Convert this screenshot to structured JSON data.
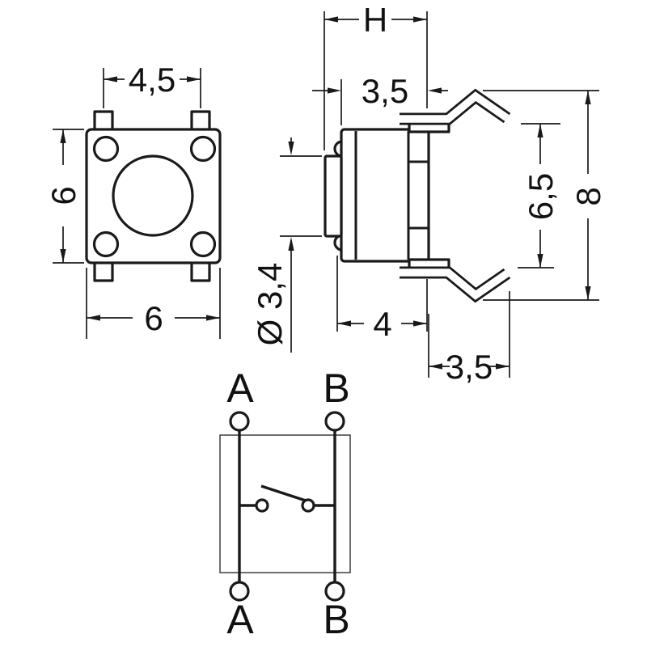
{
  "colors": {
    "line": "#1a1a1a",
    "background": "#ffffff"
  },
  "top_view": {
    "dim_pin_pitch": "4,5",
    "dim_body_height": "6",
    "dim_body_width": "6"
  },
  "side_view": {
    "dim_overall_height": "H",
    "dim_body_height": "3,5",
    "dim_plunger_diameter": "Ø 3,4",
    "dim_base_span": "4",
    "dim_clip_extension": "3,5",
    "dim_clip_inner_span": "6,5",
    "dim_clip_outer_span": "8"
  },
  "schematic": {
    "terminal_top_left": "A",
    "terminal_top_right": "B",
    "terminal_bottom_left": "A",
    "terminal_bottom_right": "B"
  }
}
